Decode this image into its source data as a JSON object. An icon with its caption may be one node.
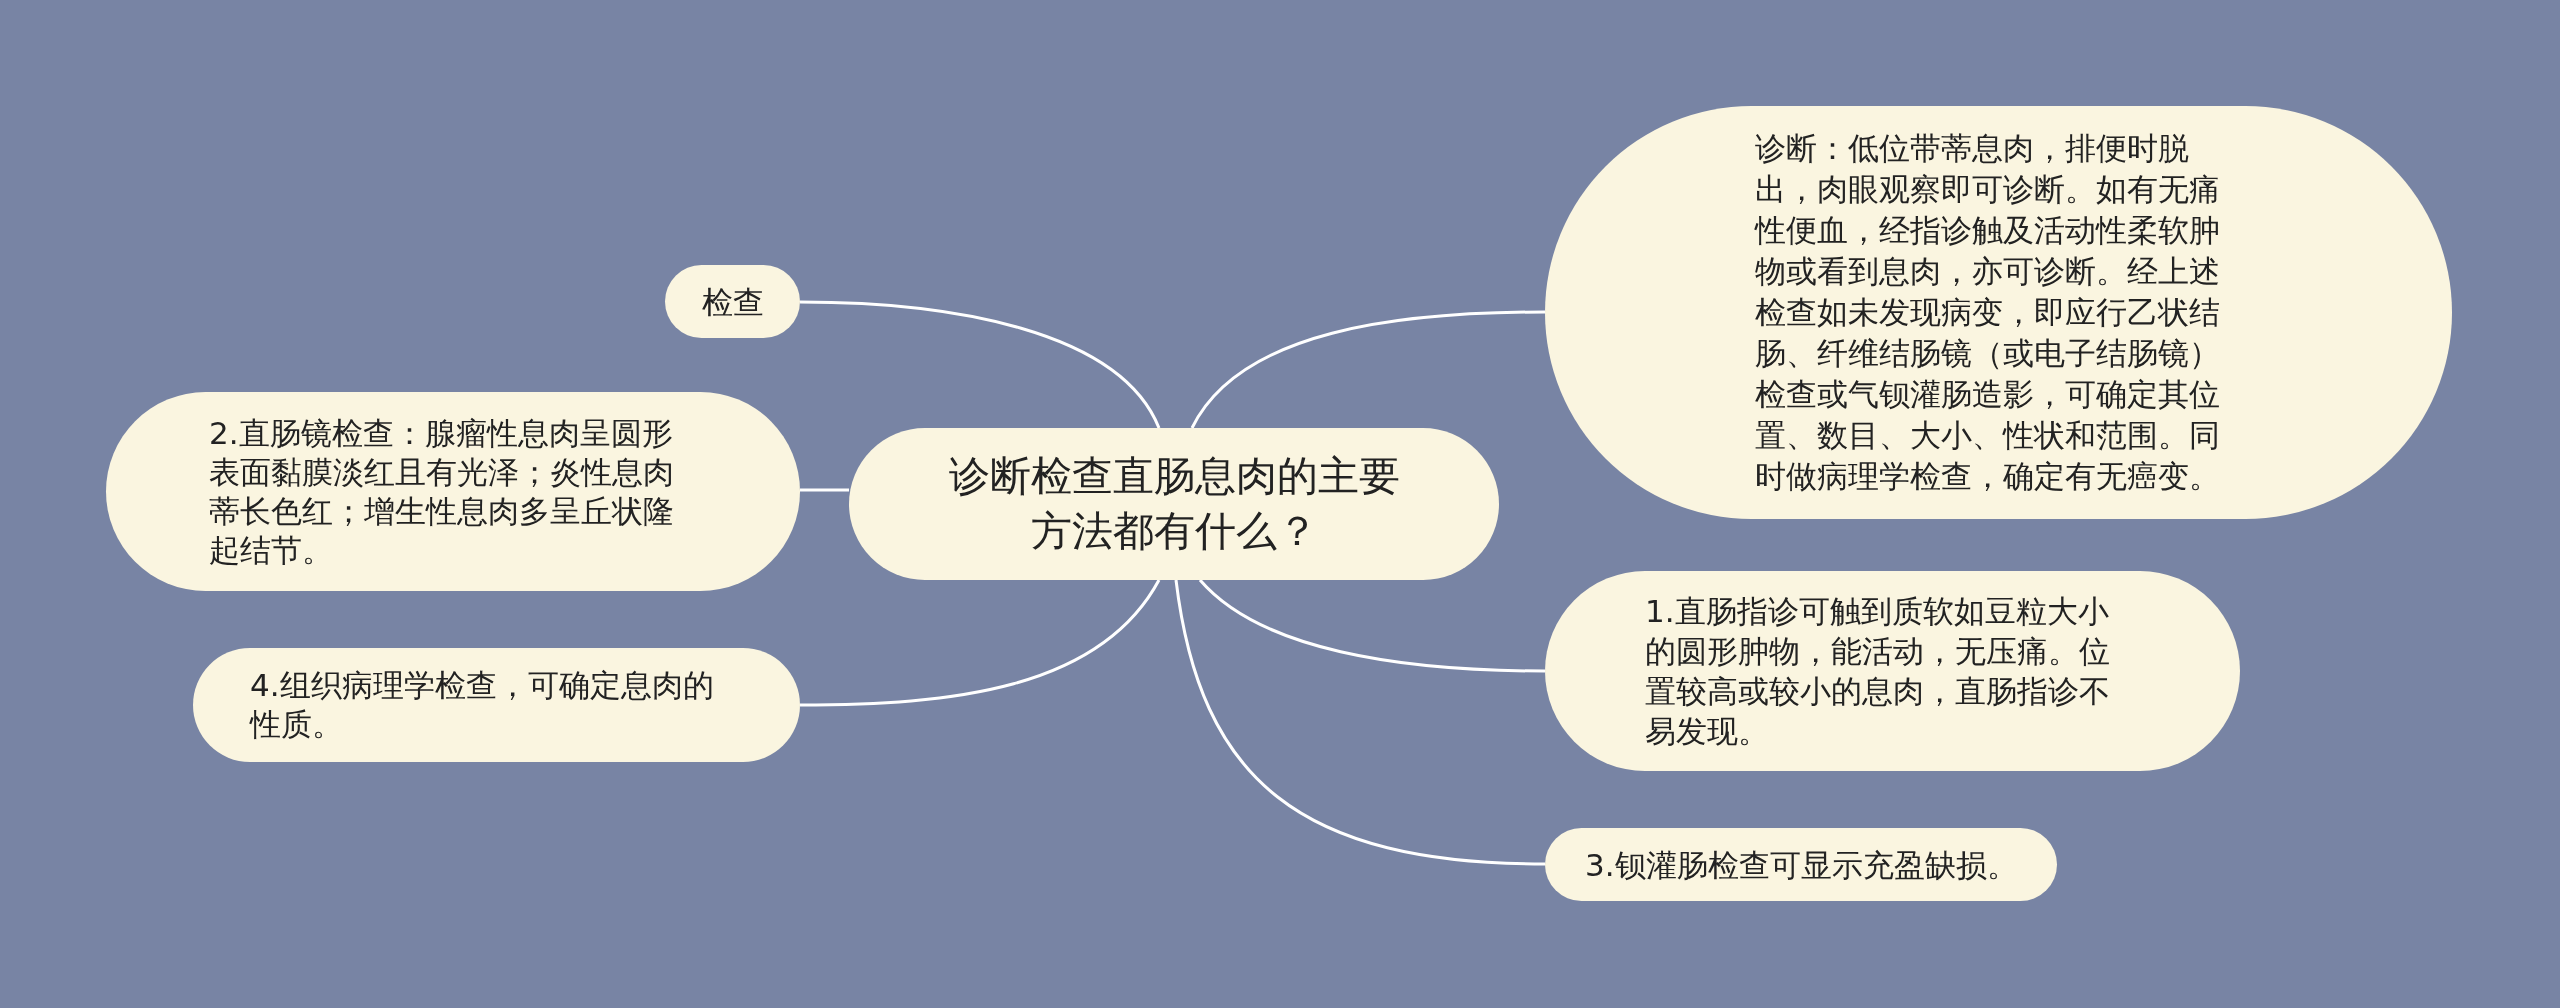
{
  "diagram": {
    "nodes": [
      {
        "text": [
          "诊断检查直肠息肉的主要方法都有什么？"
        ]
      },
      {
        "text": [
          "检查"
        ]
      },
      {
        "text": [
          "2.直肠镜检查：腺瘤性息肉呈圆形表面黏膜淡红且有光泽；炎性息肉蒂长色红；增生性息肉多呈丘状隆起结节。"
        ]
      },
      {
        "text": [
          "4.组织病理学检查，可确定息肉的性质。"
        ]
      },
      {
        "text": [
          "诊断：低位带蒂息肉，排便时脱出，肉眼观察即可诊断。如有无痛性便血，经指诊触及活动性柔软肿物或看到息肉，亦可诊断。经上述检查如未发现病变，即应行乙状结肠、纤维结肠镜（或电子结肠镜）检查或气钡灌肠造影，可确定其位置、数目、大小、性状和范围。同时做病理学检查，确定有无癌变。"
        ]
      },
      {
        "text": [
          "1.直肠指诊可触到质软如豆粒大小的圆形肿物，能活动，无压痛。位置较高或较小的息肉，直肠指诊不易发现。"
        ]
      },
      {
        "text": [
          "3.钡灌肠检查可显示充盈缺损。"
        ]
      }
    ],
    "edges": [
      {
        "from": 0,
        "to": 1,
        "arrow": "none"
      },
      {
        "from": 0,
        "to": 2,
        "arrow": "none"
      },
      {
        "from": 0,
        "to": 3,
        "arrow": "none"
      },
      {
        "from": 0,
        "to": 4,
        "arrow": "none"
      },
      {
        "from": 0,
        "to": 5,
        "arrow": "none"
      },
      {
        "from": 0,
        "to": 6,
        "arrow": "none"
      }
    ]
  }
}
